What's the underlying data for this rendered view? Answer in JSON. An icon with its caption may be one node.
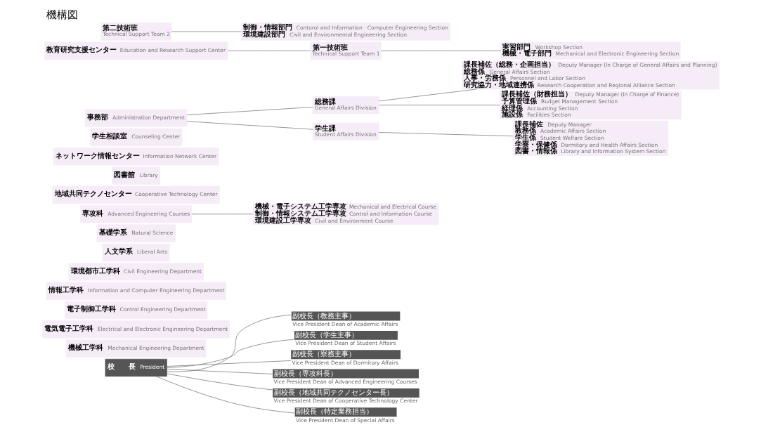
{
  "diagram": {
    "title": "機構図",
    "nodes": [
      {
        "text": [
          "校　　長",
          "President"
        ]
      },
      {
        "text": [
          "副校長（教務主事）",
          "Vice President Dean of Academic Affairs"
        ]
      },
      {
        "text": [
          "副校長（学生主事）",
          "Vice President Dean of Student Affairs"
        ]
      },
      {
        "text": [
          "副校長（寮務主事）",
          "Vice President Dean of Dormitory Affairs"
        ]
      },
      {
        "text": [
          "副校長（専攻科長）",
          "Vice President Dean of Advanced Engineering Courses"
        ]
      },
      {
        "text": [
          "副校長（地域共同テクノセンター長）",
          "Vice President Dean of Cooperative Technology Center"
        ]
      },
      {
        "text": [
          "副校長（特定業務担当）",
          "Vice President Dean of Special Affairs"
        ]
      },
      {
        "text": [
          "機械工学科",
          "Mechanical Engineering Department"
        ]
      },
      {
        "text": [
          "電気電子工学科",
          "Electrical and Electronic Engineering Department"
        ]
      },
      {
        "text": [
          "電子制御工学科",
          "Control Engineering Department"
        ]
      },
      {
        "text": [
          "情報工学科",
          "Information and Computer Engineering Department"
        ]
      },
      {
        "text": [
          "環境都市工学科",
          "Civil Engineering Department"
        ]
      },
      {
        "text": [
          "人文学系",
          "Liberal Arts"
        ]
      },
      {
        "text": [
          "基礎学系",
          "Natural Science"
        ]
      },
      {
        "text": [
          "専攻科",
          "Advanced Engineering Courses"
        ]
      },
      {
        "text": [
          "地域共同テクノセンター",
          "Cooperative Technology Center"
        ]
      },
      {
        "text": [
          "図書館",
          "Library"
        ]
      },
      {
        "text": [
          "ネットワーク情報センター",
          "Information Network Center"
        ]
      },
      {
        "text": [
          "学生相談室",
          "Counseling Center"
        ]
      },
      {
        "text": [
          "事務部",
          "Administration Department"
        ]
      },
      {
        "text": [
          "教育研究支援センター",
          "Education and Research Support Center"
        ]
      },
      {
        "text": [
          "総務課",
          "General Affairs Division"
        ]
      },
      {
        "text": [
          "学生課",
          "Student Affairs Division"
        ]
      },
      {
        "text": [
          "第一技術班",
          "Technical Support Team 1"
        ]
      },
      {
        "text": [
          "第二技術班",
          "Technical Support Team 2"
        ]
      },
      {
        "text": [
          "機械・電子システム工学専攻",
          "Mechanical and Electrical Course",
          "制御・情報システム工学専攻",
          "Control and Information Course",
          "環境建設工学専攻",
          "Civil and Environment Course"
        ]
      },
      {
        "text": [
          "課長補佐（総務・企画担当）",
          "Deputy Manager (In Charge of General Affairs and Planning)",
          "総務係",
          "General Affairs Section",
          "人事・労務係",
          "Personnel and Labor Section",
          "研究協力・地域連携係",
          "Research Cooperation and Regional Alliance Section"
        ]
      },
      {
        "text": [
          "課長補佐（財務担当）",
          "Deputy Manager (In Charge of Finance)",
          "予算管理係",
          "Budget Management Section",
          "経理係",
          "Accounting Section",
          "施設係",
          "Facilities Section"
        ]
      },
      {
        "text": [
          "課長補佐",
          "Deputy Manager",
          "教務係",
          "Academic Affairs Section",
          "学生係",
          "Student Welfare Section",
          "学寮・保健係",
          "Dormitory and Health Affairs Section",
          "図書・情報係",
          "Library and Information System Section"
        ]
      },
      {
        "text": [
          "実習部門",
          "Workshop Section",
          "機械・電子部門",
          "Mechanical and Electronic Engineering Section"
        ]
      },
      {
        "text": [
          "制御・情報部門",
          "Contorol and Information · Computer Engineering Section",
          "環境建設部門",
          "Civil and Environmental Engineering Section"
        ]
      }
    ],
    "edges": [
      {
        "from": 0,
        "to": 1,
        "arrow": "none"
      },
      {
        "from": 0,
        "to": 2,
        "arrow": "none"
      },
      {
        "from": 0,
        "to": 3,
        "arrow": "none"
      },
      {
        "from": 0,
        "to": 4,
        "arrow": "none"
      },
      {
        "from": 0,
        "to": 5,
        "arrow": "none"
      },
      {
        "from": 0,
        "to": 6,
        "arrow": "none"
      },
      {
        "from": 14,
        "to": 25,
        "arrow": "none"
      },
      {
        "from": 19,
        "to": 21,
        "arrow": "none"
      },
      {
        "from": 19,
        "to": 22,
        "arrow": "none"
      },
      {
        "from": 21,
        "to": 26,
        "arrow": "none"
      },
      {
        "from": 21,
        "to": 27,
        "arrow": "none"
      },
      {
        "from": 22,
        "to": 28,
        "arrow": "none"
      },
      {
        "from": 20,
        "to": 23,
        "arrow": "none"
      },
      {
        "from": 23,
        "to": 29,
        "arrow": "none"
      },
      {
        "from": 24,
        "to": 30,
        "arrow": "none"
      }
    ]
  }
}
